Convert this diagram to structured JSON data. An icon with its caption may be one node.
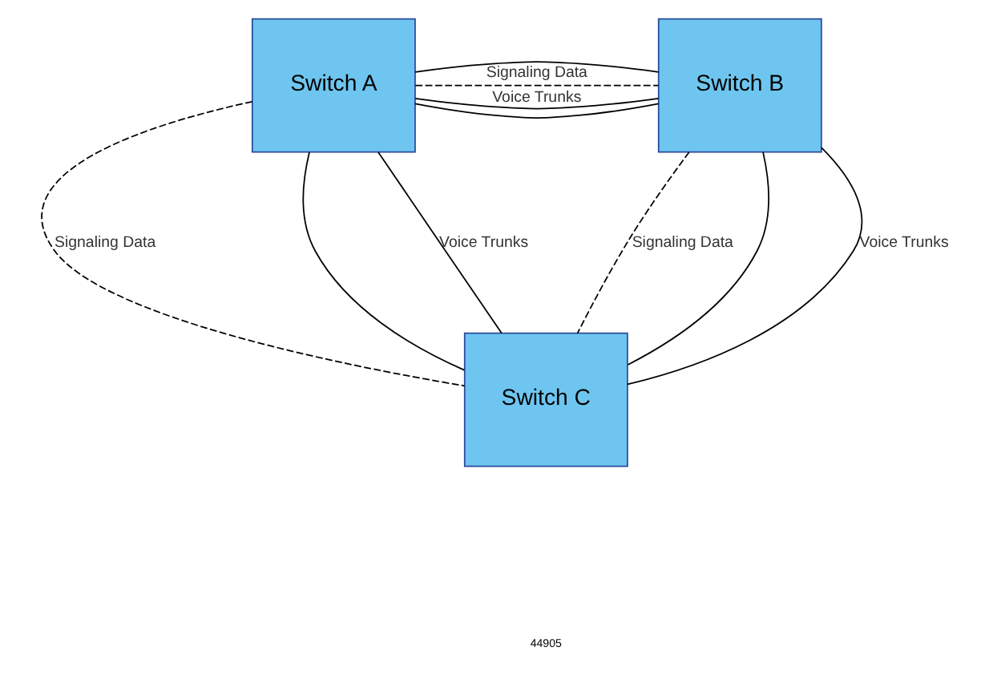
{
  "diagram": {
    "nodes": [
      {
        "text": [
          "Switch A"
        ]
      },
      {
        "text": [
          "Switch B"
        ]
      },
      {
        "text": [
          "Switch C"
        ]
      }
    ],
    "edges": [
      {
        "from": 0,
        "to": 1,
        "arrow": "none"
      },
      {
        "from": 0,
        "to": 1,
        "arrow": "none",
        "label": "Voice Trunks"
      },
      {
        "from": 0,
        "to": 1,
        "arrow": "none"
      },
      {
        "from": 0,
        "to": 1,
        "arrow": "none",
        "style": "dashed",
        "label": "Signaling Data"
      },
      {
        "from": 0,
        "to": 2,
        "arrow": "none",
        "style": "dashed",
        "label": "Signaling Data"
      },
      {
        "from": 0,
        "to": 2,
        "arrow": "none"
      },
      {
        "from": 0,
        "to": 2,
        "arrow": "none",
        "label": "Voice Trunks"
      },
      {
        "from": 1,
        "to": 2,
        "arrow": "none",
        "style": "dashed",
        "label": "Signaling Data"
      },
      {
        "from": 1,
        "to": 2,
        "arrow": "none"
      },
      {
        "from": 1,
        "to": 2,
        "arrow": "none",
        "label": "Voice Trunks"
      }
    ],
    "labels": [
      "44905"
    ]
  }
}
